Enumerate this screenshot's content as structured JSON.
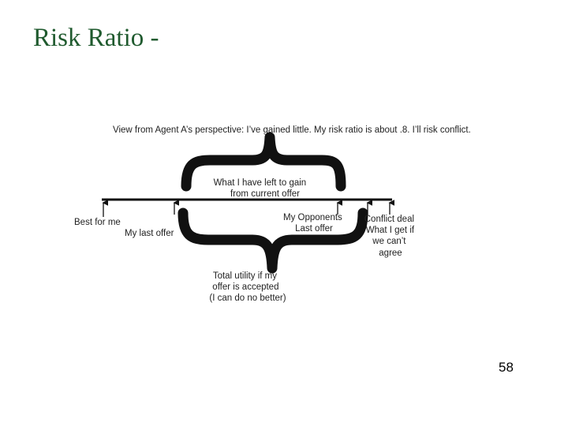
{
  "slide": {
    "title": "Risk Ratio -",
    "page_number": "58"
  },
  "diagram": {
    "caption": "View from Agent A’s perspective: I’ve gained little.  My risk ratio is about .8.  I’ll risk conflict.",
    "top_brace_label": [
      "What I have left to gain",
      "from current offer"
    ],
    "best_label": [
      "Best for me"
    ],
    "my_last_offer_label": [
      "My last offer"
    ],
    "opponent_offer_label": [
      "My Opponents",
      "Last offer"
    ],
    "conflict_label": [
      "Conflict deal",
      "What I get if",
      "we can’t",
      "agree"
    ],
    "bottom_brace_label": [
      "Total utility if my",
      "offer is accepted",
      "(I can do no better)"
    ]
  }
}
